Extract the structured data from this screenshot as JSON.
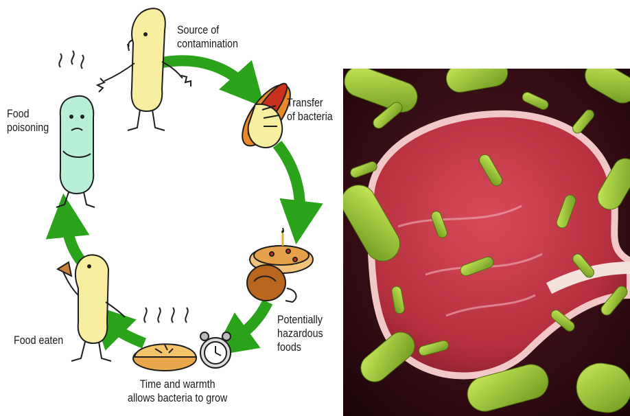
{
  "diagram": {
    "stages": [
      {
        "id": "source",
        "label": "Source of\ncontamination"
      },
      {
        "id": "transfer",
        "label": "Transfer\nof bacteria"
      },
      {
        "id": "hazardous",
        "label": "Potentially\nhazardous\nfoods"
      },
      {
        "id": "time",
        "label": "Time and warmth\nallows bacteria to grow"
      },
      {
        "id": "eaten",
        "label": "Food eaten"
      },
      {
        "id": "poisoning",
        "label": "Food\npoisoning"
      }
    ],
    "colors": {
      "arrow": "#2aa31a",
      "figure_skin": "#f8eea0",
      "sick_skin": "#b8efd6",
      "outline": "#1e1e1e",
      "meat": "#b5303e",
      "bacteria": "#9fcf2e",
      "photo_bg": "#2a0a12"
    }
  }
}
